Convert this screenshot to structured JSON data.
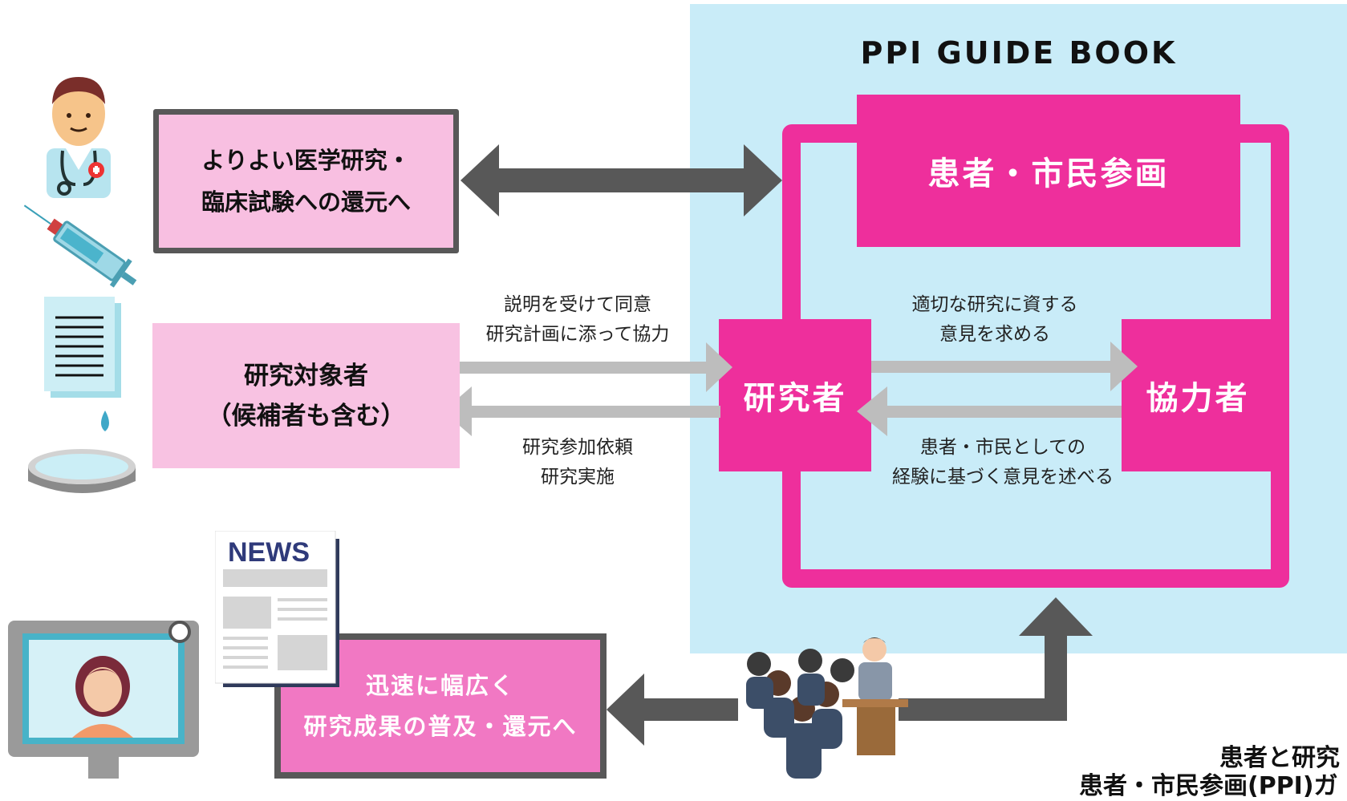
{
  "guide": {
    "title": "PPI GUIDE BOOK"
  },
  "boxes": {
    "patient_citizen": "患者・市民参画",
    "researcher": "研究者",
    "cooperator": "協力者",
    "better_research": "よりよい医学研究・\n臨床試験への還元へ",
    "research_subject": "研究対象者\n（候補者も含む）",
    "rapid_dissemination": "迅速に幅広く\n研究成果の普及・還元へ"
  },
  "labels": {
    "consent": "説明を受けて同意\n研究計画に添って協力",
    "request": "研究参加依頼\n研究実施",
    "seek_opinion": "適切な研究に資する\n意見を求める",
    "state_opinion": "患者・市民としての\n経験に基づく意見を述べる"
  },
  "news": {
    "label": "NEWS"
  },
  "bottom_right": {
    "line1": "患者と研究",
    "line2": "患者・市民参画(PPI)ガ"
  },
  "colors": {
    "panel_bg": "#c9ecf8",
    "magenta": "#ee2f9c",
    "pink_light": "#f8bfe1",
    "pink_medium": "#f178c3",
    "arrow_dark": "#585858",
    "arrow_light": "#bdbdbd"
  },
  "icons": [
    "doctor-icon",
    "syringe-icon",
    "document-icon",
    "petri-dish-icon",
    "newspaper-icon",
    "monitor-icon",
    "audience-icon"
  ]
}
